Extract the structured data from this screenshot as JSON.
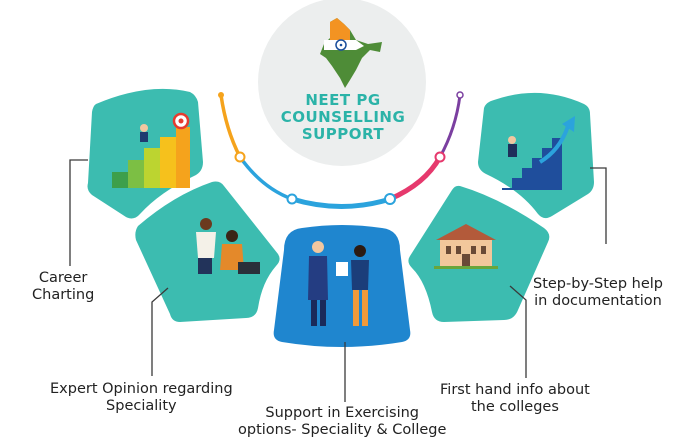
{
  "center": {
    "title_line1": "NEET PG",
    "title_line2": "COUNSELLING",
    "title_line3": "SUPPORT"
  },
  "labels": {
    "career_line1": "Career",
    "career_line2": "Charting",
    "expert_line1": "Expert Opinion regarding",
    "expert_line2": "Speciality",
    "support_line1": "Support in Exercising",
    "support_line2": "options- Speciality & College",
    "firsthand_line1": "First hand info about",
    "firsthand_line2": "the colleges",
    "step_line1": "Step-by-Step help",
    "step_line2": "in documentation"
  },
  "colors": {
    "teal": "#3cbcb0",
    "blue": "#1f86cf",
    "orange": "#f5a31c",
    "sky": "#2ba3dd",
    "pink": "#e6396d",
    "purple": "#7b3fa0"
  }
}
